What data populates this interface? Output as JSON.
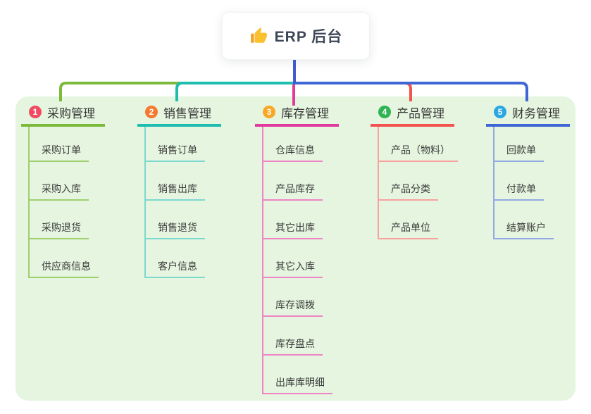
{
  "root": {
    "title": "ERP 后台",
    "icon": "thumbs-up-icon"
  },
  "branches": [
    {
      "number": "1",
      "title": "采购管理",
      "line_color": "#7CBA3B",
      "child_line_color": "#9FCE6F",
      "badge_color": "#F04B63",
      "children": [
        "采购订单",
        "采购入库",
        "采购退货",
        "供应商信息"
      ]
    },
    {
      "number": "2",
      "title": "销售管理",
      "line_color": "#1FBDB0",
      "child_line_color": "#7ED8CE",
      "badge_color": "#F57A2F",
      "children": [
        "销售订单",
        "销售出库",
        "销售退货",
        "客户信息"
      ]
    },
    {
      "number": "3",
      "title": "库存管理",
      "line_color": "#E2399F",
      "child_line_color": "#EF85C4",
      "badge_color": "#F9A825",
      "children": [
        "仓库信息",
        "产品库存",
        "其它出库",
        "其它入库",
        "库存调拨",
        "库存盘点",
        "出库库明细"
      ]
    },
    {
      "number": "4",
      "title": "产品管理",
      "line_color": "#F2534F",
      "child_line_color": "#F8A19D",
      "badge_color": "#2FB353",
      "children": [
        "产品（物料）",
        "产品分类",
        "产品单位"
      ]
    },
    {
      "number": "5",
      "title": "财务管理",
      "line_color": "#3F66D4",
      "child_line_color": "#92A9E2",
      "badge_color": "#2BA7E4",
      "children": [
        "回款单",
        "付款单",
        "结算账户"
      ]
    }
  ],
  "colors": {
    "canvas_bg": "#FFFFFF",
    "container_bg": "#E5F5DF",
    "root_connector": "#4459D2",
    "root_text": "#3C4657",
    "thumb_main": "#FBC02D",
    "thumb_cuff": "#F59E28"
  }
}
